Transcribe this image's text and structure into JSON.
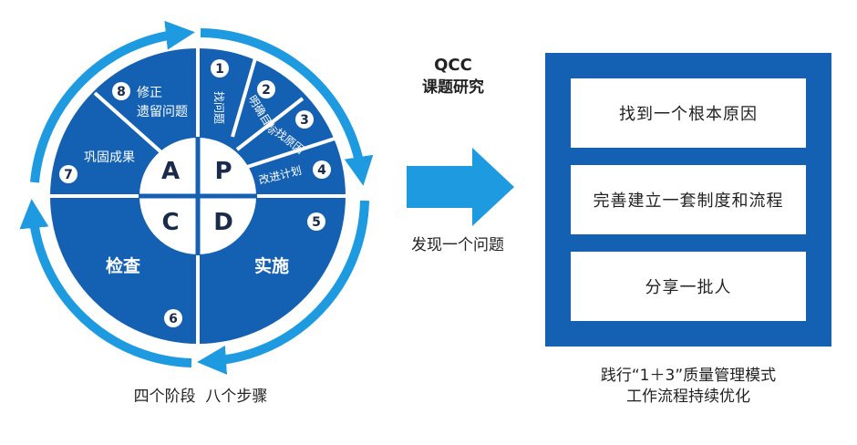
{
  "qcc_title_line1": "QCC",
  "qcc_title_line2": "课题研究",
  "arrow_label": "发现一个问题",
  "cycle_caption": "四个阶段  八个步骤",
  "quadrants": {
    "a": "A",
    "p": "P",
    "c": "C",
    "d": "D"
  },
  "quadrant_labels": {
    "check": "检查",
    "implement": "实施"
  },
  "steps": [
    {
      "num": "1",
      "label": "找问题"
    },
    {
      "num": "2",
      "label": "明确目标"
    },
    {
      "num": "3",
      "label": "找原因"
    },
    {
      "num": "4",
      "label": "改进计划"
    },
    {
      "num": "5",
      "label": ""
    },
    {
      "num": "6",
      "label": ""
    },
    {
      "num": "7",
      "label": "巩固成果"
    },
    {
      "num": "8",
      "label_line1": "修正",
      "label_line2": "遗留问题"
    }
  ],
  "right_boxes": [
    "找到一个根本原因",
    "完善建立一套制度和流程",
    "分享一批人"
  ],
  "right_caption_line1": "践行“1＋3”质量管理模式",
  "right_caption_line2": "工作流程持续优化",
  "colors": {
    "primary": "#1460b3",
    "arrow": "#1e9be0",
    "white": "#ffffff",
    "text": "#222222"
  }
}
